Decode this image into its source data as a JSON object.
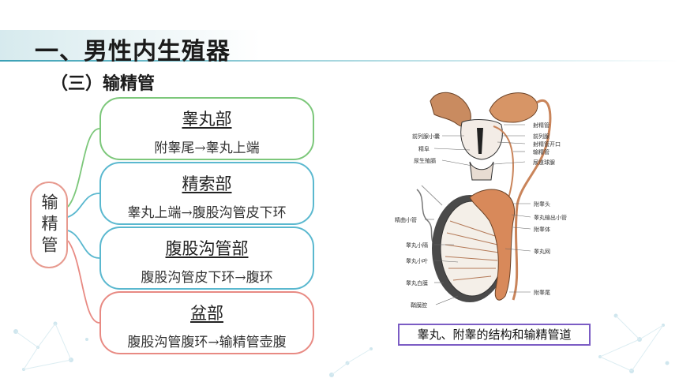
{
  "header": {
    "title": "一、男性内生殖器",
    "subtitle": "（三）输精管"
  },
  "mindmap": {
    "root": "输精管",
    "nodes": [
      {
        "title": "睾丸部",
        "desc": "附睾尾→睾丸上端"
      },
      {
        "title": "精索部",
        "desc": "睾丸上端→腹股沟管皮下环"
      },
      {
        "title": "腹股沟管部",
        "desc": "腹股沟管皮下环→腹环"
      },
      {
        "title": "盆部",
        "desc": "腹股沟管腹环→输精管壶腹"
      }
    ]
  },
  "figure": {
    "labels_right": [
      "射精管",
      "前列腺",
      "射精管开口",
      "输精管",
      "尿道球腺",
      "附睾头",
      "睾丸输出小管",
      "附睾体",
      "睾丸网",
      "附睾尾"
    ],
    "labels_left": [
      "前列腺小囊",
      "精阜",
      "尿生殖膈",
      "精曲小管",
      "睾丸小隔",
      "睾丸小叶",
      "睾丸白膜",
      "鞘膜腔"
    ],
    "caption": "睾丸、附睾的结构和输精管道"
  },
  "colors": {
    "accent_teal": "#3aa0b5",
    "node_green": "#7cc77a",
    "node_blue": "#5ab8cf",
    "node_red": "#e88a83",
    "caption_border": "#7b5cc4"
  }
}
